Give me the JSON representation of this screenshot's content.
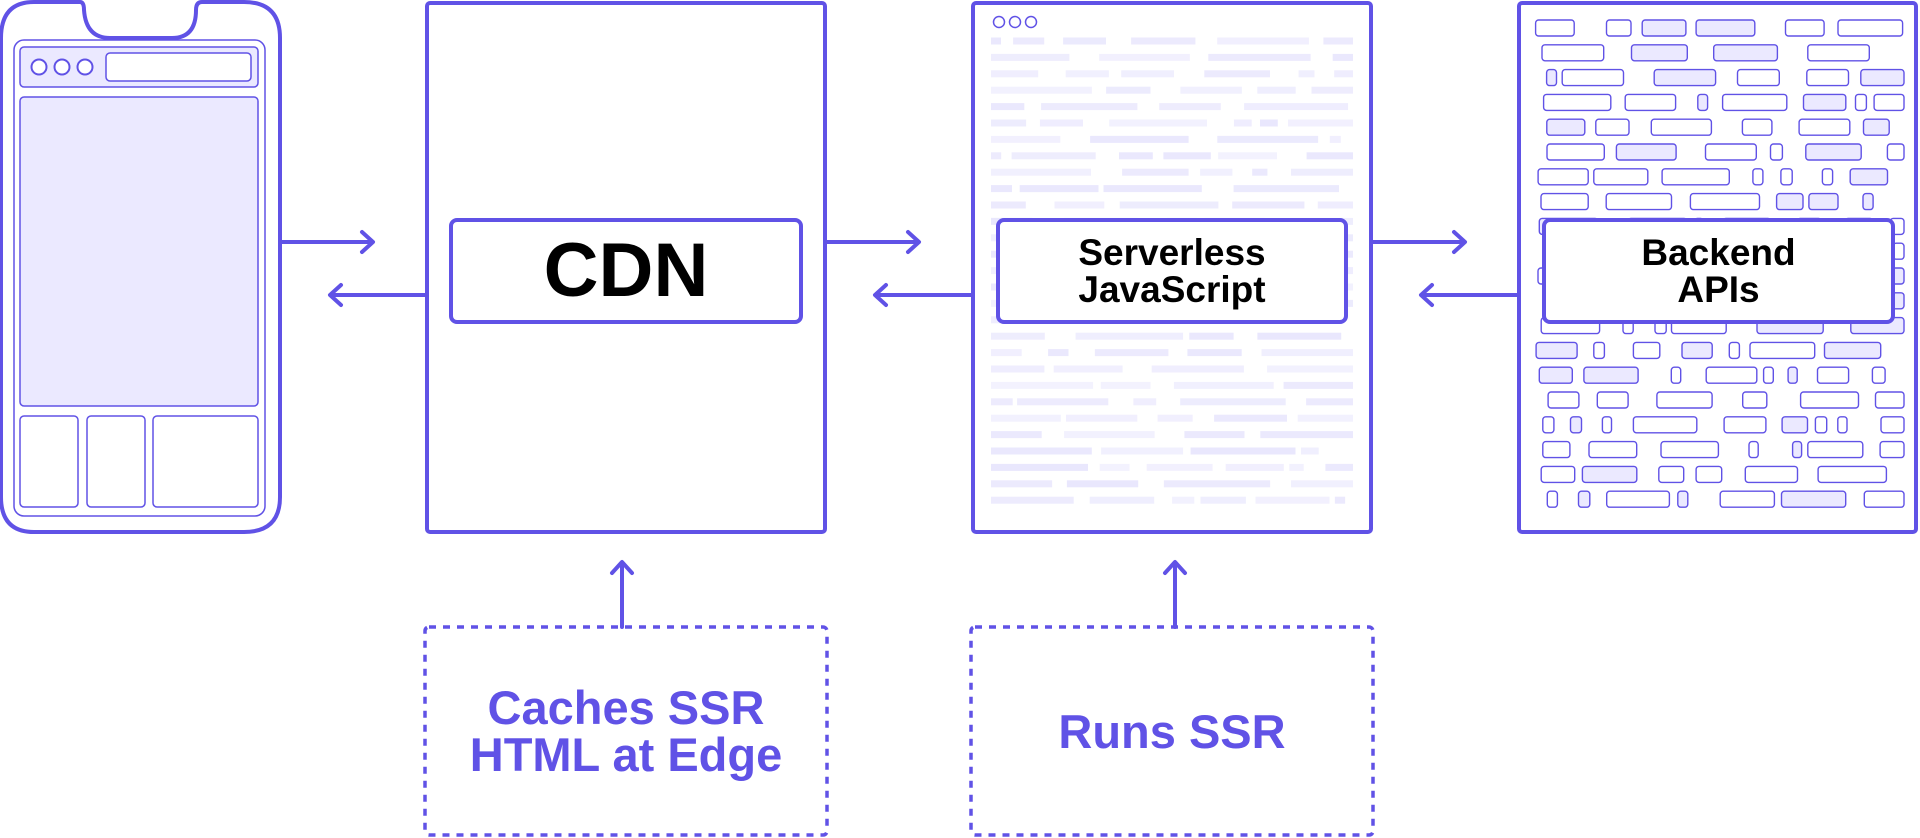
{
  "colors": {
    "accent": "#6052e6",
    "fill_light": "#ebe9ff",
    "bar_light": "#e9e7fd",
    "text": "#000000",
    "background": "#ffffff"
  },
  "components": {
    "client": {
      "kind": "phone-mockup"
    },
    "cdn": {
      "label": "CDN"
    },
    "serverless": {
      "label": "Serverless\nJavaScript"
    },
    "backend": {
      "label": "Backend\nAPIs"
    }
  },
  "notes": {
    "cdn": "Caches SSR\nHTML at Edge",
    "serverless": "Runs SSR"
  },
  "connections": [
    {
      "from": "client",
      "to": "cdn",
      "direction": "bidirectional"
    },
    {
      "from": "cdn",
      "to": "serverless",
      "direction": "bidirectional"
    },
    {
      "from": "serverless",
      "to": "backend",
      "direction": "bidirectional"
    },
    {
      "from": "note-cdn",
      "to": "cdn",
      "direction": "up"
    },
    {
      "from": "note-serverless",
      "to": "serverless",
      "direction": "up"
    }
  ]
}
